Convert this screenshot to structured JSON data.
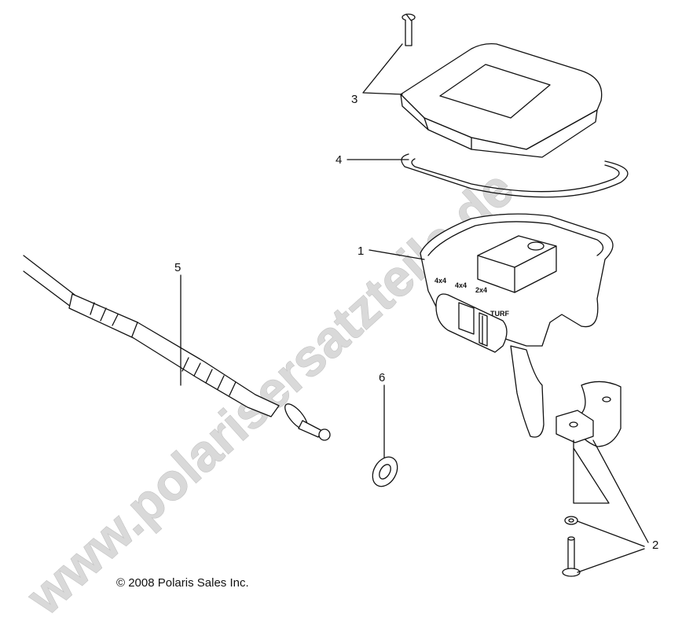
{
  "callouts": [
    "1",
    "2",
    "3",
    "4",
    "5",
    "6"
  ],
  "switch_labels": {
    "mode1": "4x4",
    "mode2": "4x4",
    "mode3": "2x4",
    "turf": "TURF",
    "pos": "1"
  },
  "copyright": "© 2008 Polaris Sales Inc.",
  "watermark": "www.polarisersatzteile.de",
  "colors": {
    "line": "#111111",
    "watermark": "#d9d9d9",
    "background": "#ffffff"
  }
}
